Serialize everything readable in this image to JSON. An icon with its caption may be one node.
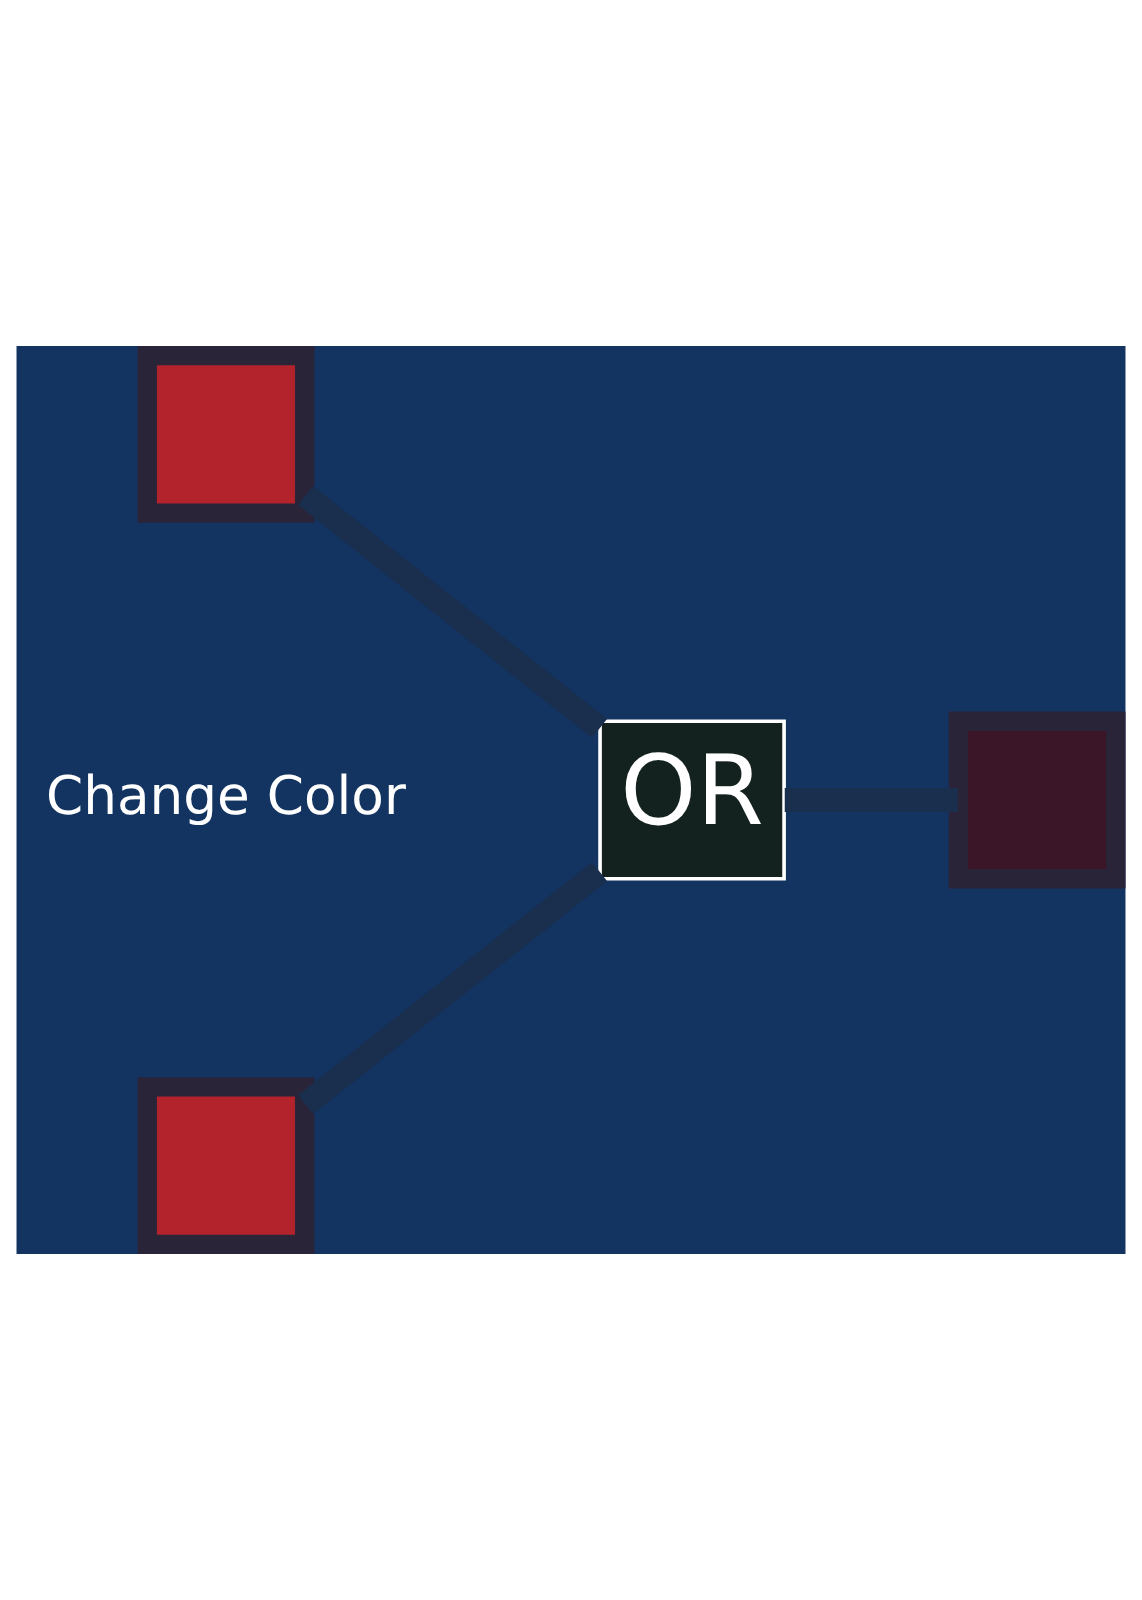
{
  "diagram": {
    "nodes": [
      {
        "text": [],
        "shape": "box"
      },
      {
        "text": [],
        "shape": "box"
      },
      {
        "text": [
          "OR"
        ]
      },
      {
        "text": [],
        "shape": "box"
      }
    ],
    "edges": [
      {
        "from": 0,
        "to": 2,
        "arrow": "none"
      },
      {
        "from": 1,
        "to": 2,
        "arrow": "none"
      },
      {
        "from": 2,
        "to": 3,
        "arrow": "none"
      }
    ],
    "labels": [
      "Change Color"
    ]
  }
}
